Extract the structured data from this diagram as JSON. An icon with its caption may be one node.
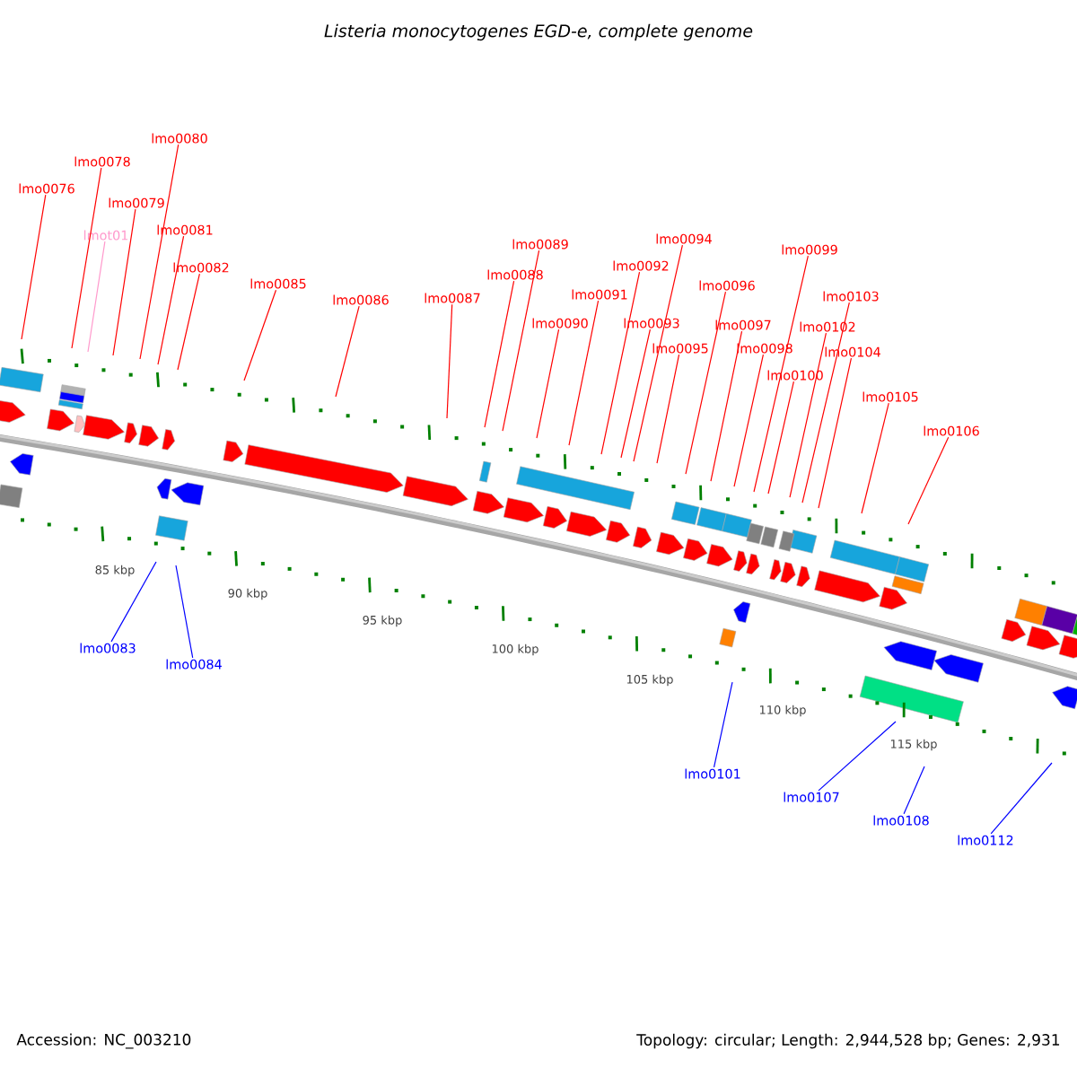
{
  "diagram": {
    "title": "Listeria monocytogenes EGD-e, complete genome",
    "nodes": [
      {
        "text": [
          "lmo0076"
        ]
      },
      {
        "text": [
          "lmo0078"
        ]
      },
      {
        "text": [
          "lmo0080"
        ]
      },
      {
        "text": [
          "lmo0079"
        ]
      },
      {
        "text": [
          "lmot01"
        ]
      },
      {
        "text": [
          "lmo0081"
        ]
      },
      {
        "text": [
          "lmo0082"
        ]
      },
      {
        "text": [
          "lmo0085"
        ]
      },
      {
        "text": [
          "lmo0086"
        ]
      },
      {
        "text": [
          "lmo0087"
        ]
      },
      {
        "text": [
          "lmo0089"
        ]
      },
      {
        "text": [
          "lmo0088"
        ]
      },
      {
        "text": [
          "lmo0094"
        ]
      },
      {
        "text": [
          "lmo0092"
        ]
      },
      {
        "text": [
          "lmo0091"
        ]
      },
      {
        "text": [
          "lmo0090"
        ]
      },
      {
        "text": [
          "lmo0093"
        ]
      },
      {
        "text": [
          "lmo0095"
        ]
      },
      {
        "text": [
          "lmo0096"
        ]
      },
      {
        "text": [
          "lmo0099"
        ]
      },
      {
        "text": [
          "lmo0097"
        ]
      },
      {
        "text": [
          "lmo0098"
        ]
      },
      {
        "text": [
          "lmo0103"
        ]
      },
      {
        "text": [
          "lmo0102"
        ]
      },
      {
        "text": [
          "lmo0104"
        ]
      },
      {
        "text": [
          "lmo0100"
        ]
      },
      {
        "text": [
          "lmo0105"
        ]
      },
      {
        "text": [
          "lmo0106"
        ]
      },
      {
        "text": [
          "lmo0083"
        ]
      },
      {
        "text": [
          "lmo0084"
        ]
      },
      {
        "text": [
          "lmo0101"
        ]
      },
      {
        "text": [
          "lmo0107"
        ]
      },
      {
        "text": [
          "lmo0108"
        ]
      },
      {
        "text": [
          "lmo0112"
        ]
      }
    ],
    "edges": [
      {
        "from": 0,
        "to": null,
        "arrow": "none"
      },
      {
        "from": 1,
        "to": null,
        "arrow": "none"
      },
      {
        "from": 2,
        "to": null,
        "arrow": "none"
      },
      {
        "from": 3,
        "to": null,
        "arrow": "none"
      },
      {
        "from": 4,
        "to": null,
        "arrow": "none",
        "color": "#ff99cc"
      },
      {
        "from": 5,
        "to": null,
        "arrow": "none"
      },
      {
        "from": 6,
        "to": null,
        "arrow": "none"
      },
      {
        "from": 7,
        "to": null,
        "arrow": "none"
      },
      {
        "from": 8,
        "to": null,
        "arrow": "none"
      },
      {
        "from": 9,
        "to": null,
        "arrow": "none"
      },
      {
        "from": 10,
        "to": null,
        "arrow": "none"
      },
      {
        "from": 11,
        "to": null,
        "arrow": "none"
      },
      {
        "from": 12,
        "to": null,
        "arrow": "none"
      },
      {
        "from": 13,
        "to": null,
        "arrow": "none"
      },
      {
        "from": 14,
        "to": null,
        "arrow": "none"
      },
      {
        "from": 15,
        "to": null,
        "arrow": "none"
      },
      {
        "from": 16,
        "to": null,
        "arrow": "none"
      },
      {
        "from": 17,
        "to": null,
        "arrow": "none"
      },
      {
        "from": 18,
        "to": null,
        "arrow": "none"
      },
      {
        "from": 19,
        "to": null,
        "arrow": "none"
      },
      {
        "from": 20,
        "to": null,
        "arrow": "none"
      },
      {
        "from": 21,
        "to": null,
        "arrow": "none"
      },
      {
        "from": 22,
        "to": null,
        "arrow": "none"
      },
      {
        "from": 23,
        "to": null,
        "arrow": "none"
      },
      {
        "from": 24,
        "to": null,
        "arrow": "none"
      },
      {
        "from": 25,
        "to": null,
        "arrow": "none"
      },
      {
        "from": 26,
        "to": null,
        "arrow": "none"
      },
      {
        "from": 27,
        "to": null,
        "arrow": "none"
      },
      {
        "from": 28,
        "to": null,
        "arrow": "none",
        "color": "#0000ff"
      },
      {
        "from": 29,
        "to": null,
        "arrow": "none",
        "color": "#0000ff"
      },
      {
        "from": 30,
        "to": null,
        "arrow": "none",
        "color": "#0000ff"
      },
      {
        "from": 31,
        "to": null,
        "arrow": "none",
        "color": "#0000ff"
      },
      {
        "from": 32,
        "to": null,
        "arrow": "none",
        "color": "#0000ff"
      },
      {
        "from": 33,
        "to": null,
        "arrow": "none",
        "color": "#0000ff"
      }
    ],
    "labels": [
      "85 kbp",
      "90 kbp",
      "95 kbp",
      "100 kbp",
      "105 kbp",
      "110 kbp",
      "115 kbp",
      "Accession: NC_003210",
      "Topology: circular; Length: 2,944,528 bp; Genes: 2,931"
    ]
  }
}
